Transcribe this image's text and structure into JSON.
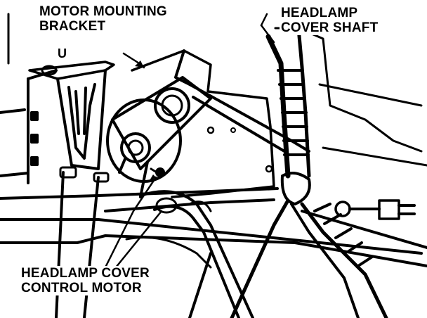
{
  "labels": {
    "motor_mounting_bracket": [
      "MOTOR MOUNTING",
      "BRACKET"
    ],
    "headlamp_cover_shaft": [
      "HEADLAMP",
      "COVER SHAFT"
    ],
    "headlamp_cover_control_motor": [
      "HEADLAMP COVER",
      "CONTROL MOTOR"
    ]
  },
  "part_marker": "U",
  "colors": {
    "ink": "#000000",
    "paper": "#ffffff"
  }
}
